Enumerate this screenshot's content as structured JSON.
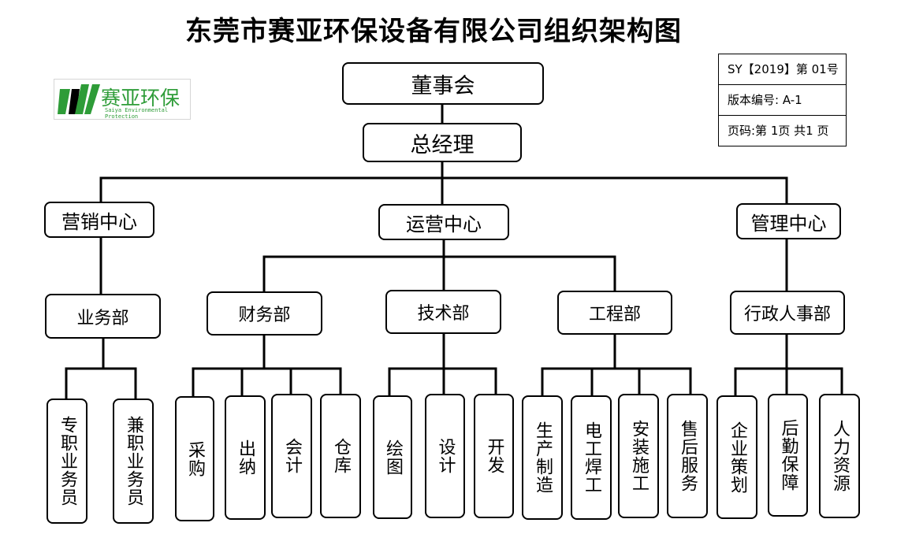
{
  "title": "东莞市赛亚环保设备有限公司组织架构图",
  "logo": {
    "name": "赛亚环保",
    "subtitle": "Saiya Environmental Protection"
  },
  "doc_info": [
    "SY【2019】第 01号",
    "版本编号: A-1",
    "页码:第 1页 共1 页"
  ],
  "colors": {
    "logo_green": "#2e9c38",
    "line": "#000000"
  },
  "org": {
    "board": "董事会",
    "gm": "总经理",
    "centers": [
      "营销中心",
      "运营中心",
      "管理中心"
    ],
    "depts": [
      "业务部",
      "财务部",
      "技术部",
      "工程部",
      "行政人事部"
    ],
    "units": [
      "专职业务员",
      "兼职业务员",
      "采购",
      "出纳",
      "会计",
      "仓库",
      "绘图",
      "设计",
      "开发",
      "生产制造",
      "电工焊工",
      "安装施工",
      "售后服务",
      "企业策划",
      "后勤保障",
      "人力资源"
    ]
  }
}
